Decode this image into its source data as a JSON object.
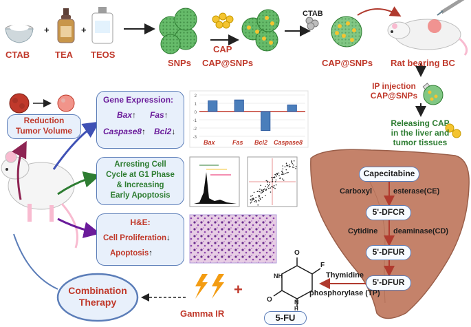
{
  "top": {
    "ctab": "CTAB",
    "tea": "TEA",
    "teos": "TEOS",
    "plus": "+",
    "snps": "SNPs",
    "cap": "CAP",
    "cap_snps_1": "CAP@SNPs",
    "ctab2": "CTAB",
    "cap_snps_2": "CAP@SNPs",
    "rat": "Rat bearing BC"
  },
  "injection": {
    "line1": "IP injection",
    "line2": "CAP@SNPs",
    "release1": "Releasing CAP",
    "release2": "in the liver and",
    "release3": "tumor tissues"
  },
  "pathway": {
    "capecitabine": "Capecitabine",
    "enzyme1a": "Carboxyl",
    "enzyme1b": "esterase(CE)",
    "dfcr": "5'-DFCR",
    "enzyme2a": "Cytidine",
    "enzyme2b": "deaminase(CD)",
    "dfur1": "5'-DFUR",
    "dfur2": "5'-DFUR",
    "thymidine": "Thymidine",
    "tp": "phosphorylase (TP)",
    "fu": "5-FU",
    "fluorine": "F",
    "o1": "O",
    "o2": "O",
    "nh1": "NH",
    "nh2": "N",
    "h": "H"
  },
  "therapy": {
    "combination1": "Combination",
    "combination2": "Therapy",
    "gamma": "Gamma IR",
    "plus": "+"
  },
  "tumor": {
    "line1": "Reduction",
    "line2": "Tumor Volume"
  },
  "gene_box": {
    "title": "Gene Expression:",
    "bax": "Bax",
    "fas": "Fas",
    "caspase8": "Caspase8",
    "bcl2": "Bcl2",
    "up": "↑",
    "down": "↓"
  },
  "cycle_box": {
    "l1": "Arresting Cell",
    "l2": "Cycle at G1 Phase",
    "l3": "& Increasing",
    "l4": "Early Apoptosis"
  },
  "he_box": {
    "title": "H&E:",
    "l1": "Cell Proliferation",
    "l2": "Apoptosis",
    "down": "↓",
    "up": "↑"
  },
  "chart_data": {
    "type": "bar",
    "categories": [
      "Bax",
      "Fas",
      "Bcl2",
      "Caspase8"
    ],
    "values": [
      1.3,
      1.4,
      -2.3,
      0.8
    ],
    "ylim": [
      -3,
      2
    ],
    "yticks": [
      "2",
      "1",
      "0",
      "-1",
      "-2",
      "-3"
    ],
    "grid": true,
    "colors": {
      "bar": "#4a7ebb",
      "zero_line": "#c0392b"
    }
  },
  "colors": {
    "title_red": "#c0392b",
    "box_border": "#5b7db8",
    "box_fill": "#e8f0fb",
    "liver": "#c4826a",
    "snp_green": "#4caf50",
    "cap_yellow": "#f4c430",
    "arrow_blue": "#3f51b5",
    "arrow_green": "#2e7d32",
    "arrow_purple": "#6a1b9a"
  }
}
